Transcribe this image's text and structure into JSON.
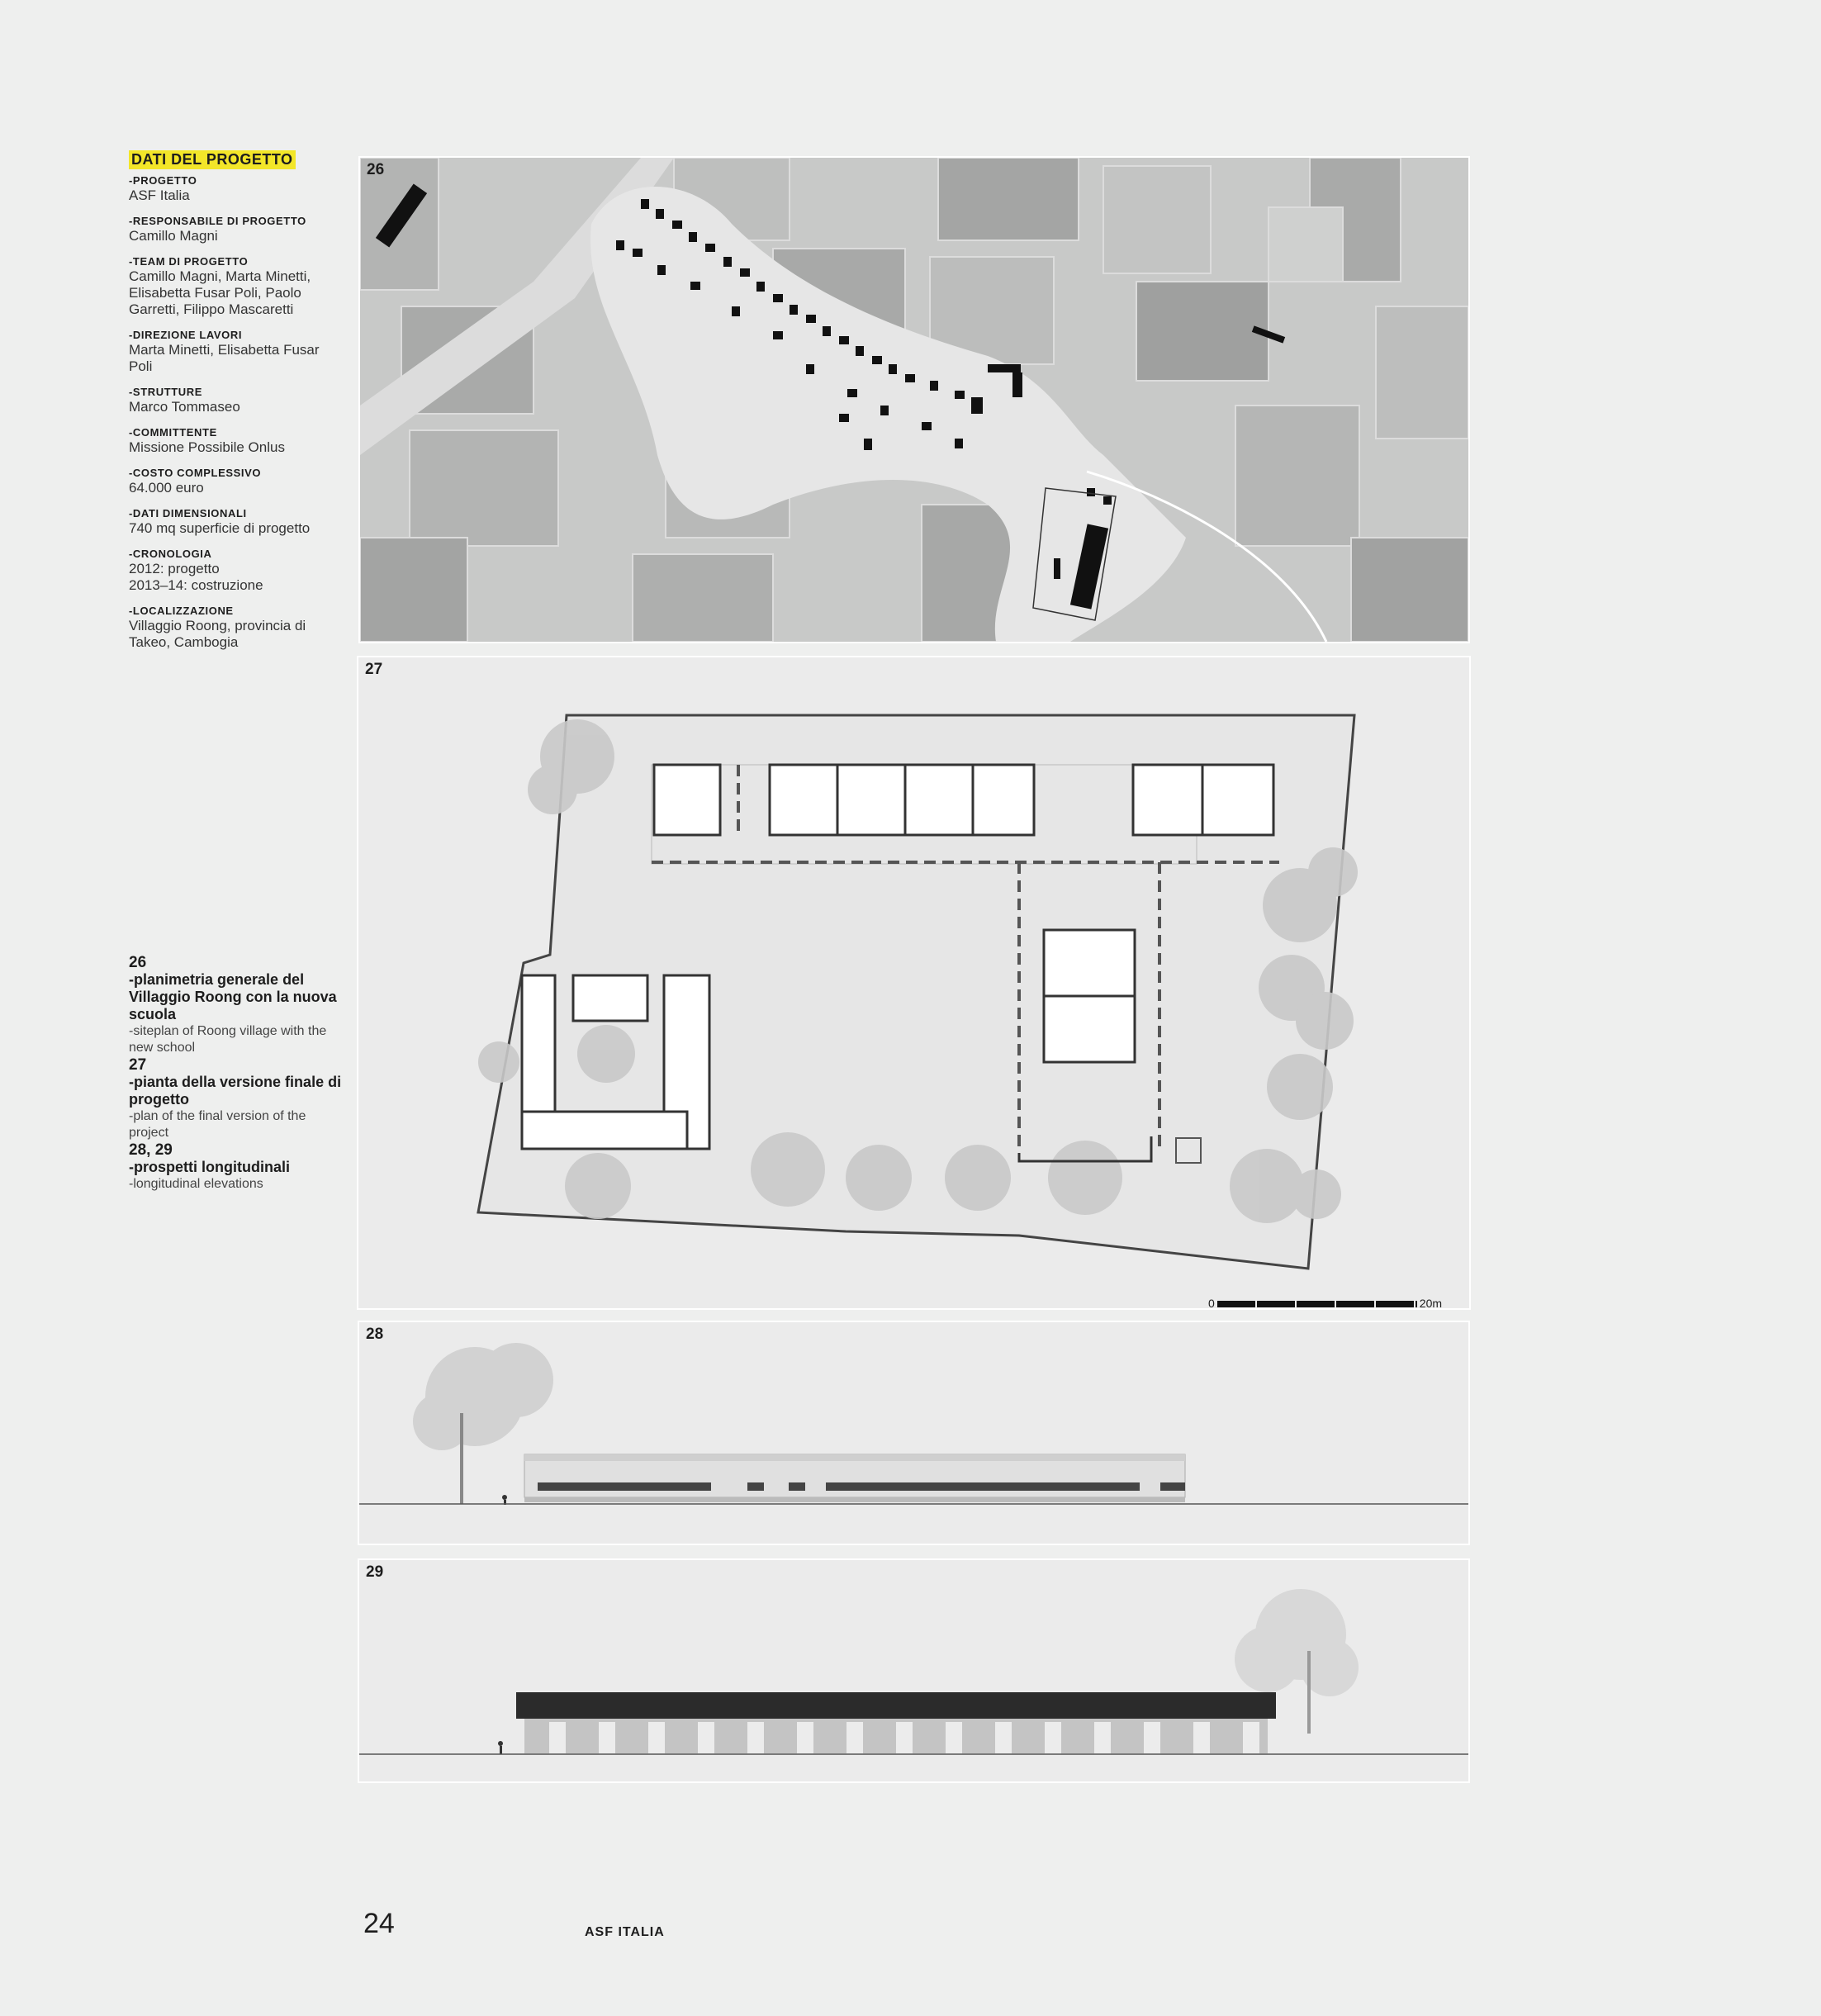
{
  "sidebar": {
    "heading": "DATI DEL PROGETTO",
    "fields": [
      {
        "label": "-PROGETTO",
        "value": "ASF Italia"
      },
      {
        "label": "-RESPONSABILE DI PROGETTO",
        "value": "Camillo Magni"
      },
      {
        "label": "-TEAM DI PROGETTO",
        "value": "Camillo Magni, Marta Minetti, Elisabetta Fusar Poli, Paolo Garretti, Filippo Mascaretti"
      },
      {
        "label": "-DIREZIONE LAVORI",
        "value": "Marta Minetti, Elisabetta Fusar Poli"
      },
      {
        "label": "-STRUTTURE",
        "value": "Marco Tommaseo"
      },
      {
        "label": "-COMMITTENTE",
        "value": "Missione Possibile Onlus"
      },
      {
        "label": "-COSTO COMPLESSIVO",
        "value": "64.000 euro"
      },
      {
        "label": "-DATI DIMENSIONALI",
        "value": "740 mq superficie di progetto"
      },
      {
        "label": "-CRONOLOGIA",
        "value": "2012: progetto",
        "value2": "2013–14: costruzione"
      },
      {
        "label": "-LOCALIZZAZIONE",
        "value": "Villaggio Roong, provincia di Takeo, Cambogia"
      }
    ]
  },
  "captions": [
    {
      "num": "26",
      "it": "-planimetria generale del Villaggio Roong con la nuova scuola",
      "en": "-siteplan of Roong village with the new school"
    },
    {
      "num": "27",
      "it": "-pianta della versione finale di progetto",
      "en": "-plan of the final version of the project"
    },
    {
      "num": "28, 29",
      "it": "-prospetti longitudinali",
      "en": "-longitudinal elevations"
    }
  ],
  "figures": {
    "fig26": {
      "num": "26"
    },
    "fig27": {
      "num": "27"
    },
    "fig28": {
      "num": "28"
    },
    "fig29": {
      "num": "29"
    }
  },
  "scale_bar": {
    "start": "0",
    "end": "20m"
  },
  "footer": {
    "page_number": "24",
    "brand": "ASF ITALIA"
  }
}
